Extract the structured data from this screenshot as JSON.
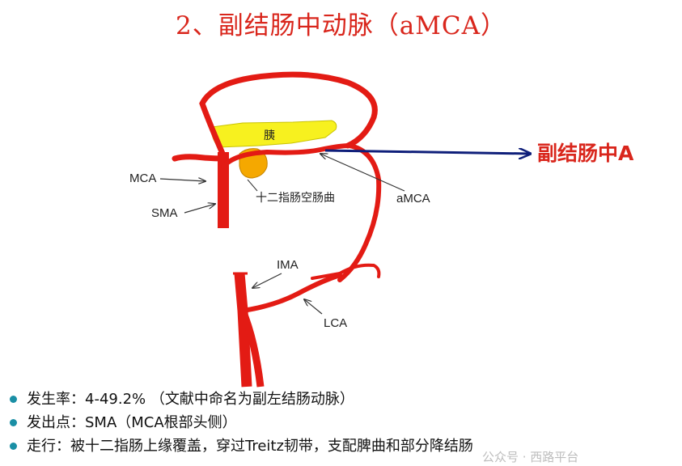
{
  "title": "2、副结肠中动脉（aMCA）",
  "diagram": {
    "pancreas_label": "胰",
    "duodenum_label": "十二指肠空肠曲",
    "mca_label": "MCA",
    "sma_label": "SMA",
    "amca_label": "aMCA",
    "ima_label": "IMA",
    "lca_label": "LCA",
    "callout": "副结肠中A"
  },
  "bullets": [
    "发生率：4-49.2% （文献中命名为副左结肠动脉）",
    "发出点：SMA（MCA根部头侧）",
    "走行：被十二指肠上缘覆盖，穿过Treitz韧带，支配脾曲和部分降结肠"
  ],
  "watermark": "公众号 · 西路平台",
  "colors": {
    "artery": "#e31b14",
    "pancreas": "#f7f11f",
    "duodenum": "#f5a800",
    "callout_arrow": "#0f1f7a",
    "title": "#d9261c",
    "bullet_dot": "#1a8fa5"
  }
}
